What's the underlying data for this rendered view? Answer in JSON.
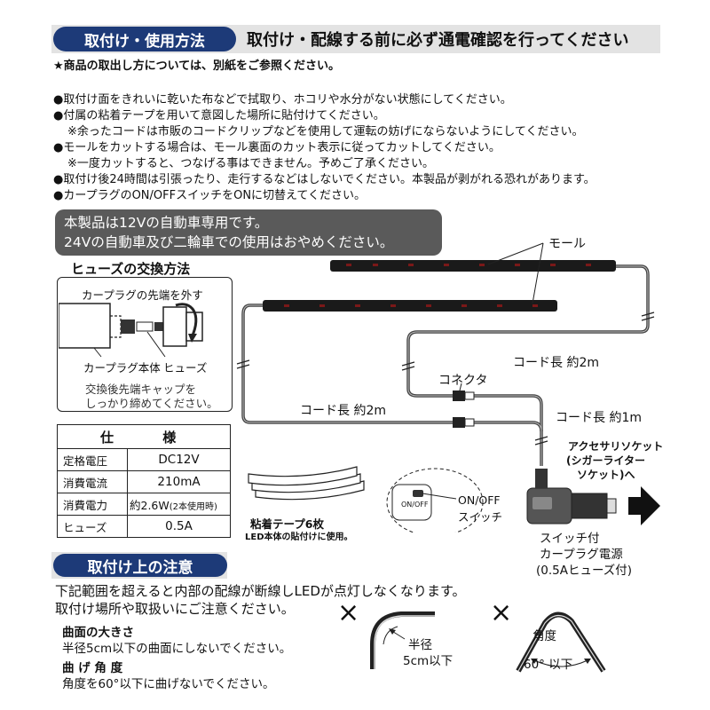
{
  "header": {
    "section_title": "取付け・使用方法",
    "banner": "取付け・配線する前に必ず通電確認を行ってください"
  },
  "intro_note": "★商品の取出し方については、別紙をご参照ください。",
  "instructions": [
    {
      "text": "●取付け面をきれいに乾いた布などで拭取り、ホコリや水分がない状態にしてください。"
    },
    {
      "text": "●付属の粘着テープを用いて意図した場所に貼付けてください。"
    },
    {
      "text": "※余ったコードは市販のコードクリップなどを使用して運転の妨げにならないようにしてください。",
      "sub": true
    },
    {
      "text": "●モールをカットする場合は、モール裏面のカット表示に従ってカットしてください。"
    },
    {
      "text": "※一度カットすると、つなげる事はできません。予めご了承ください。",
      "sub": true
    },
    {
      "text": "●取付け後24時間は引張ったり、走行するなどはしないでください。本製品が剥がれる恐れがあります。"
    },
    {
      "text": "●カープラグのON/OFFスイッチをONに切替えてください。"
    }
  ],
  "warning": {
    "line1": "本製品は12Vの自動車専用です。",
    "line2": "24Vの自動車及び二輪車での使用はおやめください。"
  },
  "fuse": {
    "title": "ヒューズの交換方法",
    "remove_tip": "カープラグの先端を外す",
    "plug_body": "カープラグ本体",
    "fuse_label": "ヒューズ",
    "note_line1": "交換後先端キャップを",
    "note_line2": "しっかり締めてください。"
  },
  "spec": {
    "header_left": "仕",
    "header_right": "様",
    "rows": [
      {
        "label": "定格電圧",
        "value": "DC12V"
      },
      {
        "label": "消費電流",
        "value": "210mA"
      },
      {
        "label": "消費電力",
        "value": "約2.6W",
        "suffix": "(2本使用時)"
      },
      {
        "label": "ヒューズ",
        "value": "0.5A"
      }
    ]
  },
  "diagram": {
    "mall": "モール",
    "cord_2m_a": "コード長 約2m",
    "cord_2m_b": "コード長 約2m",
    "cord_1m": "コード長 約1m",
    "connector": "コネクタ",
    "accessory_1": "アクセサリソケット",
    "accessory_2": "(シガーライター",
    "accessory_3": "ソケット)へ",
    "switch_label_1": "ON/OFF",
    "switch_label_2": "スイッチ",
    "switch_marking": "ON/OFF",
    "tape_1": "粘着テープ6枚",
    "tape_2": "LED本体の貼付けに使用。",
    "plug_1": "スイッチ付",
    "plug_2": "カープラグ電源",
    "plug_3": "(0.5Aヒューズ付)"
  },
  "caution": {
    "title": "取付け上の注意",
    "line1": "下記範囲を超えると内部の配線が断線しLEDが点灯しなくなります。",
    "line2": "取付け場所や取扱いにご注意ください。",
    "curve_title": "曲面の大きさ",
    "curve_text": "半径5cm以下の曲面にしないでください。",
    "bend_title": "曲 げ 角 度",
    "bend_text": "角度を60°以下に曲げないでください。",
    "radius_1": "半径",
    "radius_2": "5cm以下",
    "angle_1": "角度",
    "angle_2": "60° 以下",
    "x_mark": "×"
  }
}
